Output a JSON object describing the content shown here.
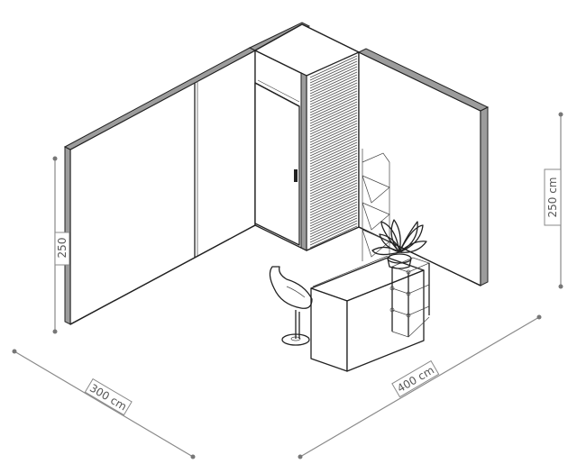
{
  "dimensions": {
    "left_height": "250",
    "right_height": "250 cm",
    "depth": "300 cm",
    "width": "400 cm"
  },
  "colors": {
    "line": "#222222",
    "dimension": "#8a8a8a",
    "label_text": "#555555",
    "wall_edge": "#9c9c9c"
  },
  "icons": [
    "plant-icon",
    "chair-icon",
    "shelf-unit-icon",
    "brochure-rack-icon"
  ]
}
